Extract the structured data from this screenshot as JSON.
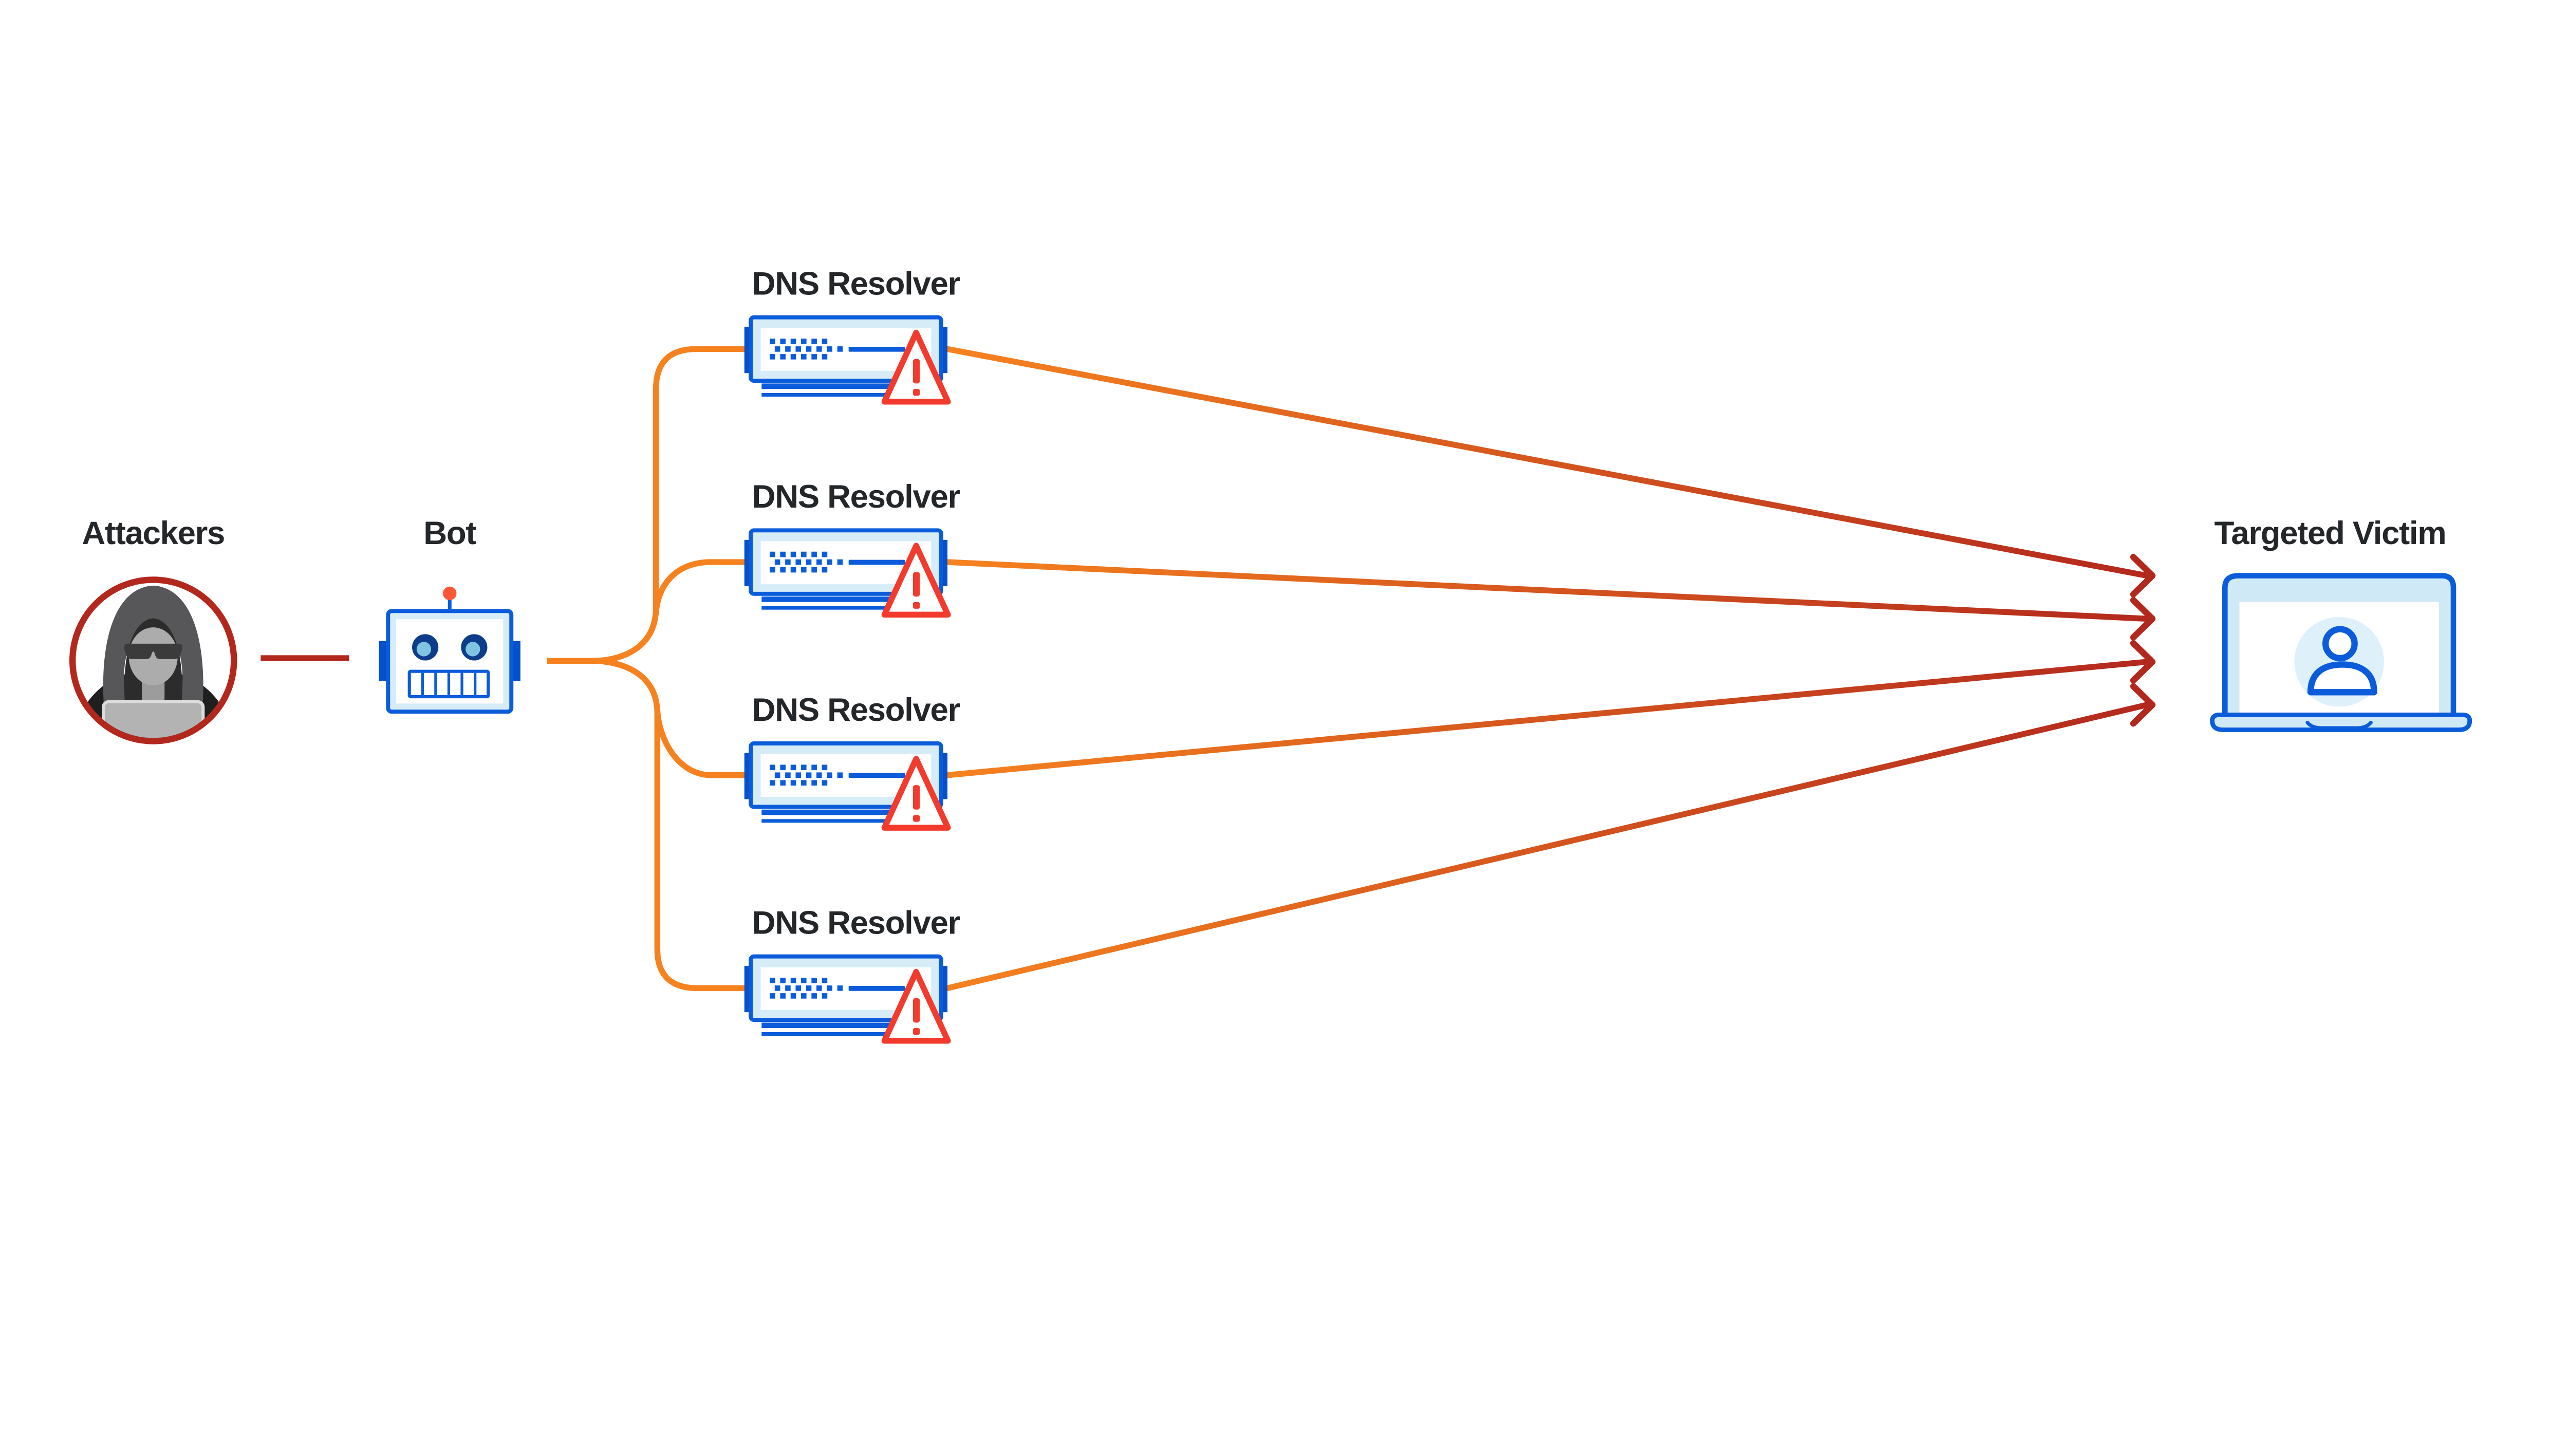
{
  "diagram": {
    "type": "network-attack-flow",
    "description": "DNS amplification DDoS attack flow diagram: attackers control a bot that sends requests to multiple open DNS resolvers, which flood a targeted victim with amplified responses."
  },
  "nodes": {
    "attackers": {
      "label": "Attackers"
    },
    "bot": {
      "label": "Bot"
    },
    "resolvers": [
      {
        "label": "DNS Resolver"
      },
      {
        "label": "DNS Resolver"
      },
      {
        "label": "DNS Resolver"
      },
      {
        "label": "DNS Resolver"
      }
    ],
    "victim": {
      "label": "Targeted Victim"
    }
  },
  "edges": {
    "attacker_to_bot": {
      "style": "solid",
      "color_key": "red_dark"
    },
    "bot_to_resolvers": {
      "style": "solid",
      "color_key": "orange",
      "count": 4
    },
    "resolvers_to_victim": {
      "style": "gradient-arrow",
      "from_color_key": "orange",
      "to_color_key": "red_dark",
      "count": 4
    }
  },
  "icons": {
    "attackers": "hacker-icon",
    "bot": "robot-icon",
    "resolver": "dns-server-icon",
    "resolver_badge": "warning-triangle-icon",
    "victim": "laptop-icon",
    "victim_screen": "person-icon"
  },
  "colors": {
    "orange": "#F6821F",
    "red_dark": "#B3281D",
    "warning_red": "#F33B2D",
    "blue": "#0B5CDB",
    "blue_deep": "#0550CB",
    "navy": "#0D3D8A",
    "eye_cyan": "#7FC5E1",
    "panel_light": "#D6EDF8",
    "laptop_light": "#CFE9F6",
    "screen_circle": "#DEF0FA",
    "antenna_orange": "#F95738",
    "text": "#24272A",
    "hood_gray": "#57575A",
    "hood_inner": "#2C2C2C",
    "face_gray": "#ACACAC",
    "neck_gray": "#9C9C9C",
    "glasses_dark": "#3B3B3B",
    "body_dark": "#1F1F1F",
    "laptop_gray": "#B3B3B3",
    "background": "#FFFFFF"
  }
}
